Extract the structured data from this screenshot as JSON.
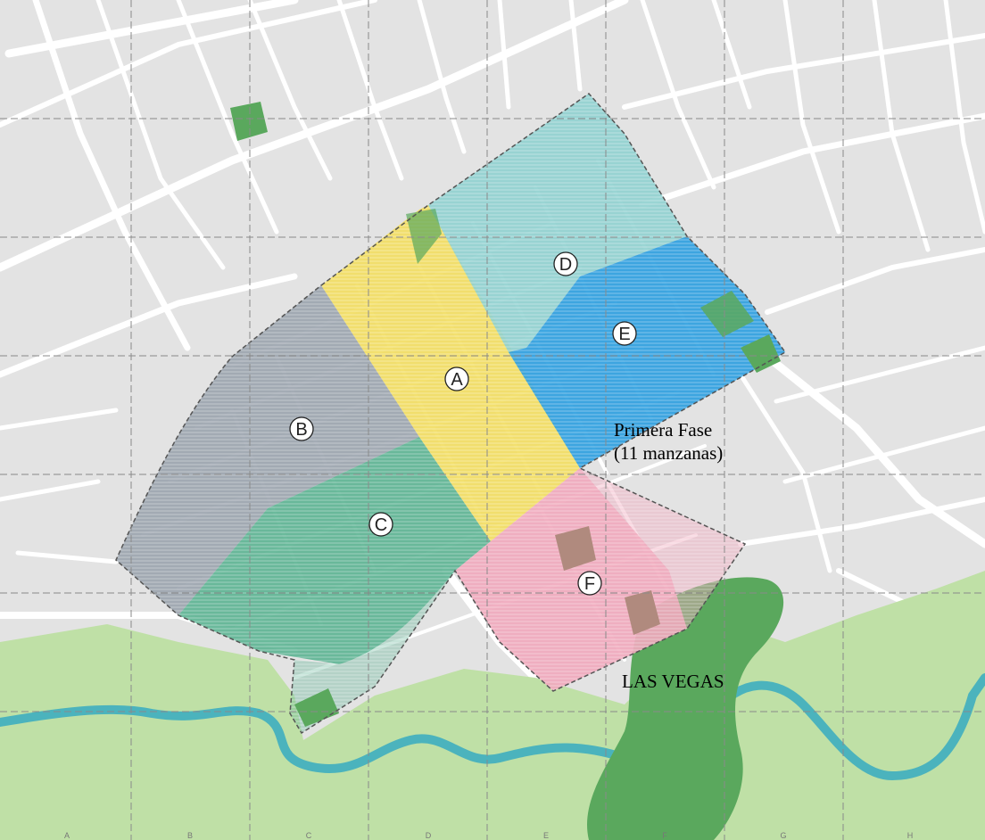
{
  "zones": [
    {
      "letter": "A",
      "color": "#f2dd63"
    },
    {
      "letter": "B",
      "color": "#9aa3ad"
    },
    {
      "letter": "C",
      "color": "#5bb391"
    },
    {
      "letter": "D",
      "color": "#8fd0cf"
    },
    {
      "letter": "E",
      "color": "#2f9fe0"
    },
    {
      "letter": "F",
      "color": "#f0a9bd"
    }
  ],
  "annotations": {
    "phase_line1": "Primera Fase",
    "phase_line2": "(11 manzanas)",
    "las_vegas": "LAS VEGAS"
  },
  "grid_columns": [
    "A",
    "B",
    "C",
    "D",
    "E",
    "F",
    "G",
    "H"
  ],
  "colors": {
    "background": "#e3e3e3",
    "street": "#ffffff",
    "park_light": "#bfe0a6",
    "park_dark": "#5aa85d",
    "river": "#4bb3bd",
    "grid_line": "#8a8a8a",
    "boundary": "#555555"
  }
}
